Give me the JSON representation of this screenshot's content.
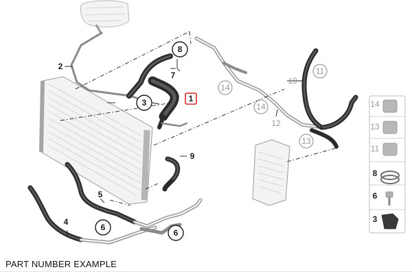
{
  "footer": {
    "part_number_label": "PART NUMBER EXAMPLE"
  },
  "callouts": {
    "c1": "1",
    "c2": "2",
    "c3": "3",
    "c4": "4",
    "c5": "5",
    "c6a": "6",
    "c6b": "6",
    "c7": "7",
    "c8": "8",
    "c9": "9",
    "c10": "10",
    "c11": "11",
    "c12": "12",
    "c13": "13",
    "c14a": "14",
    "c14b": "14"
  },
  "side_panel": {
    "items": [
      "14",
      "13",
      "11",
      "8",
      "6",
      "3"
    ]
  },
  "colors": {
    "highlight": "#d62828",
    "line": "#1a1a1a",
    "faded": "#9a9a9a"
  }
}
